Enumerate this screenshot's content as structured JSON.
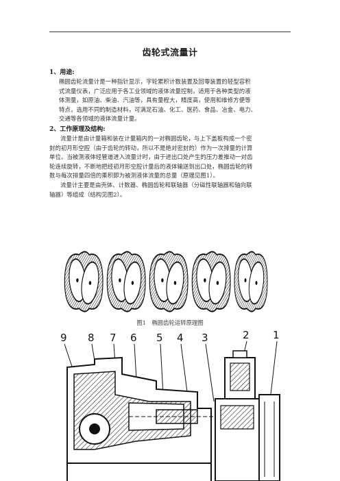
{
  "title": "齿轮式流量计",
  "section1": {
    "heading": "1、用途:",
    "lines": [
      "椭圆齿轮流量计是一种指针显示，字轮累积计数装置及回零装置的轻型容积",
      "式流量仪表，广泛应用于各工业领域的液体流量控制，适用于各种类型的液",
      "体测量，如原油、柴油、汽油等，具有量程大，精度高，使用和维修方便等",
      "特点，选用不同的制造材料，可满足石油、化工、医药、食品、冶金、电力、",
      "交通等各领域的液体流量计量。"
    ]
  },
  "section2": {
    "heading": "2、工作原理及结构:",
    "para1_lines": [
      "流量计是由计量箱和装在计量箱内的一对椭圆齿轮，与上下盖板构成一个密",
      "封的初月形空腔（由于齿轮的转动，所以不是绝对密封的）作为一次排量的计算",
      "单位。当被测液体经管道进入流量计时，由于进出口处产生的压力差推动一对齿",
      "轮连续旋转，不断地把经初月形空腔计量后的液体输送到出口处，椭圆齿轮的转",
      "数与每次排量四倍的乘积即为被测液体流量的总量（原理见图1）。"
    ],
    "para2_lines": [
      "流量计主要是由壳体、计数器、椭圆齿轮和联轴器（分磁性联轴器和轴向联",
      "轴器）等组成（结构见图2）。"
    ]
  },
  "figure1": {
    "caption": "图1　椭圆齿轮运转原理图"
  },
  "figure2": {
    "labels": [
      "9",
      "8",
      "7",
      "6",
      "5",
      "4",
      "3",
      "2",
      "1"
    ]
  }
}
